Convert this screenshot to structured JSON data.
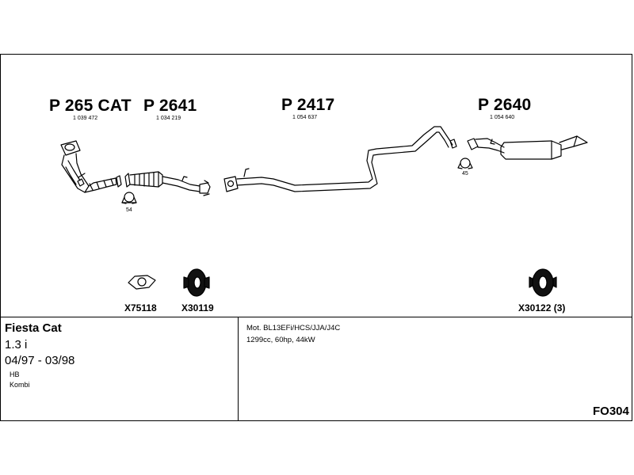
{
  "parts": [
    {
      "number": "P 265 CAT",
      "ref": "1 039 472"
    },
    {
      "number": "P 2641",
      "ref": "1 034 219"
    },
    {
      "number": "P 2417",
      "ref": "1 054 637"
    },
    {
      "number": "P 2640",
      "ref": "1 054 640"
    }
  ],
  "clamp_counts": {
    "left": "54",
    "right": "45"
  },
  "accessories": {
    "gasket": "X75118",
    "rubber_mount": "X30119",
    "hanger": "X30122 (3)"
  },
  "vehicle": {
    "model": "Fiesta Cat",
    "engine": "1.3 i",
    "years": "04/97 - 03/98",
    "body1": "HB",
    "body2": "Kombi"
  },
  "motor": {
    "line1": "Mot. BL13EFi/HCS/JJA/J4C",
    "line2": "1299cc, 60hp, 44kW"
  },
  "code": "FO304"
}
